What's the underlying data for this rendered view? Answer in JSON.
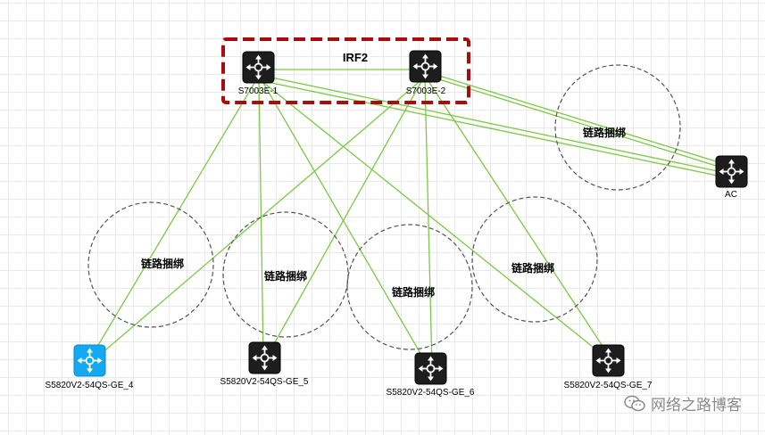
{
  "colors": {
    "link": "#7ac943",
    "irf_box": "#a80d0d",
    "bundle_circle": "#555555",
    "device_dark": "#1d1d1d",
    "device_selected": "#13a9f2",
    "watermark": "#8a8a8a"
  },
  "irf": {
    "label": "IRF2"
  },
  "devices": [
    {
      "id": "core1",
      "label": "S7003E-1",
      "icon": "core-switch-icon",
      "selected": false
    },
    {
      "id": "core2",
      "label": "S7003E-2",
      "icon": "core-switch-icon",
      "selected": false
    },
    {
      "id": "ac",
      "label": "AC",
      "icon": "access-controller-icon",
      "selected": false
    },
    {
      "id": "ge4",
      "label": "S5820V2-54QS-GE_4",
      "icon": "switch-icon",
      "selected": true
    },
    {
      "id": "ge5",
      "label": "S5820V2-54QS-GE_5",
      "icon": "switch-icon",
      "selected": false
    },
    {
      "id": "ge6",
      "label": "S5820V2-54QS-GE_6",
      "icon": "switch-icon",
      "selected": false
    },
    {
      "id": "ge7",
      "label": "S5820V2-54QS-GE_7",
      "icon": "switch-icon",
      "selected": false
    }
  ],
  "link_groups": [
    {
      "label": "链路捆绑"
    },
    {
      "label": "链路捆绑"
    },
    {
      "label": "链路捆绑"
    },
    {
      "label": "链路捆绑"
    },
    {
      "label": "链路捆绑"
    }
  ],
  "watermark": {
    "text": "网络之路博客",
    "icon": "wechat-icon"
  }
}
